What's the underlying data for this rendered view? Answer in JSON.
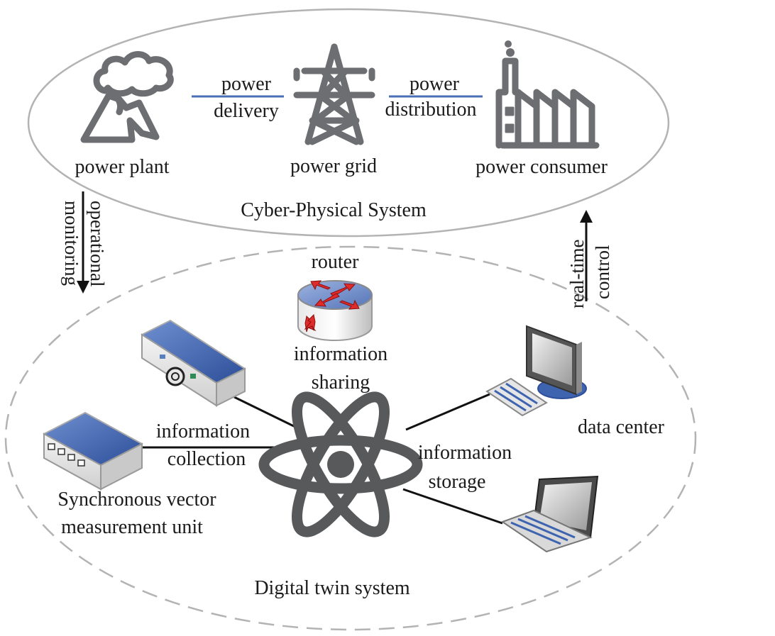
{
  "physical": {
    "title": "Cyber-Physical System",
    "power_plant": "power plant",
    "power_grid": "power grid",
    "power_consumer": "power consumer",
    "delivery_top": "power",
    "delivery_bottom": "delivery",
    "distribution_top": "power",
    "distribution_bottom": "distribution"
  },
  "links": {
    "monitoring_line1": "operational",
    "monitoring_line2": "monitoring",
    "control_line1": "real-time",
    "control_line2": "control"
  },
  "twin": {
    "title": "Digital twin system",
    "router": "router",
    "sharing_line1": "information",
    "sharing_line2": "sharing",
    "collection_line1": "information",
    "collection_line2": "collection",
    "pmu_line1": "Synchronous vector",
    "pmu_line2": "measurement unit",
    "storage_line1": "information",
    "storage_line2": "storage",
    "data_center": "data center"
  },
  "colors": {
    "icon_gray": "#6d6e71",
    "link_blue": "#4a6fb5",
    "device_blue": "#3e64b0",
    "router_red": "#e02b2b"
  }
}
